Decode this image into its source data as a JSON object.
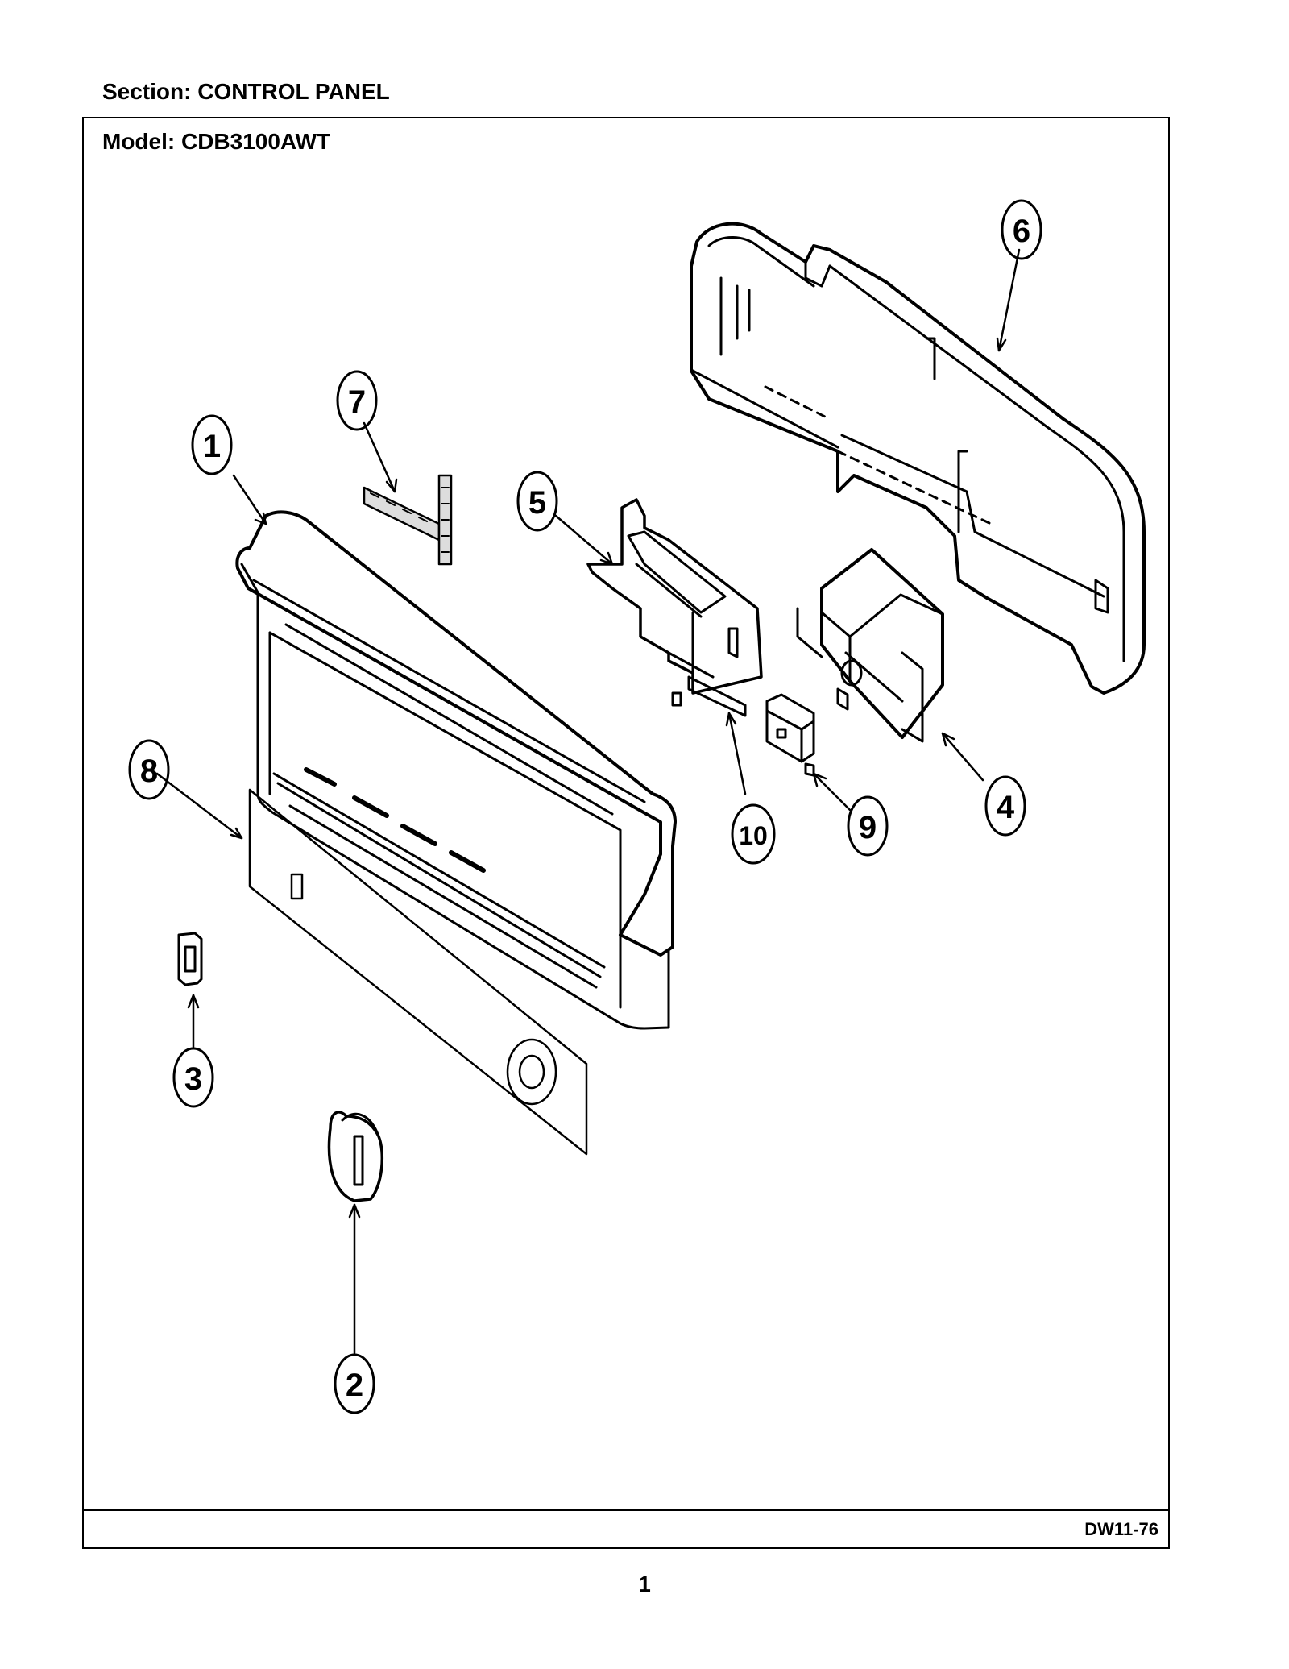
{
  "header": {
    "section_label": "Section:  CONTROL PANEL",
    "model_label": "Model:  CDB3100AWT"
  },
  "diagram": {
    "callouts": [
      {
        "number": "1",
        "part": "control-panel-console"
      },
      {
        "number": "2",
        "part": "knob"
      },
      {
        "number": "3",
        "part": "button-clip"
      },
      {
        "number": "4",
        "part": "timer"
      },
      {
        "number": "5",
        "part": "latch-assembly"
      },
      {
        "number": "6",
        "part": "rear-cover"
      },
      {
        "number": "7",
        "part": "bracket"
      },
      {
        "number": "8",
        "part": "graphic-overlay"
      },
      {
        "number": "9",
        "part": "switch"
      },
      {
        "number": "10",
        "part": "latch-rail"
      }
    ]
  },
  "footer": {
    "drawing_code": "DW11-76",
    "page_number": "1"
  }
}
